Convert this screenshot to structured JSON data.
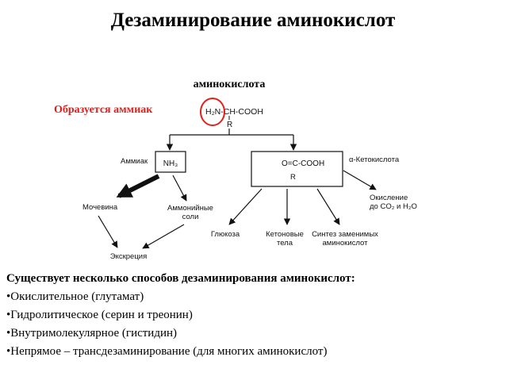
{
  "slide": {
    "title": "Дезаминирование аминокислот",
    "bullet_marker": "•"
  },
  "diagram": {
    "top_label": "аминокислота",
    "red_note": "Образуется аммиак",
    "amino_acid_formula": "H₂N-CH-COOH",
    "amino_acid_radical": "R",
    "ammonia_label": "Аммиак",
    "ammonia_formula": "NH₃",
    "keto_formula": "O=C-COOH",
    "keto_radical": "R",
    "keto_label": "α-Кетокислота",
    "urea": "Мочевина",
    "ammonium_salts_line1": "Аммонийные",
    "ammonium_salts_line2": "соли",
    "excretion": "Экскреция",
    "glucose": "Глюкоза",
    "ketone_line1": "Кетоновые",
    "ketone_line2": "тела",
    "synthesis_line1": "Синтез заменимых",
    "synthesis_line2": "аминокислот",
    "oxidation_line1": "Окисление",
    "oxidation_line2": "до CO₂ и H₂O",
    "accent_color": "#e0201b"
  },
  "content": {
    "lead": "Существует несколько способов дезаминирования аминокислот:",
    "items": [
      "Окислительное (глутамат)",
      "Гидролитическое (серин и треонин)",
      "Внутримолекулярное (гистидин)",
      "Непрямое – трансдезаминирование (для многих аминокислот)"
    ]
  }
}
